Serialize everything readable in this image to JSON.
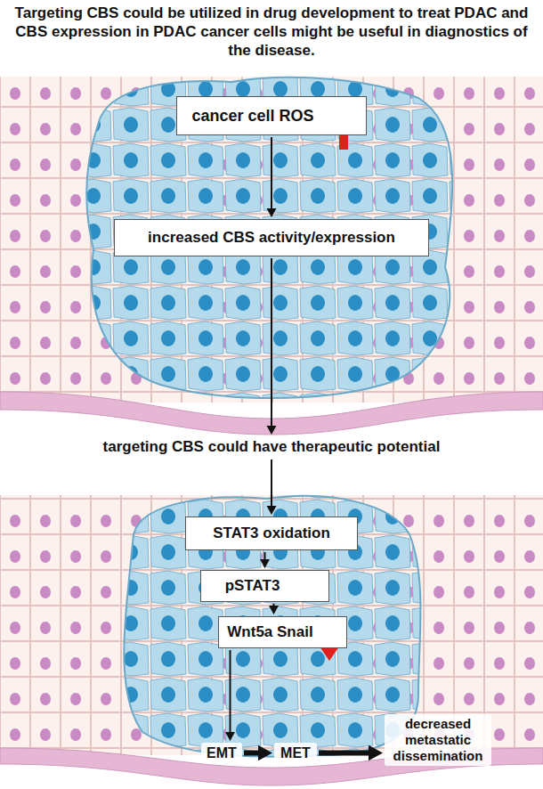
{
  "diagram": {
    "title": "Targeting CBS could be utilized in drug development to treat PDAC and CBS expression in PDAC cancer cells might be useful in diagnostics of the disease.",
    "nodes": [
      {
        "text": [
          "cancer cell ROS"
        ]
      },
      {
        "text": [
          "increased CBS activity/expression"
        ]
      },
      {
        "text": [
          "targeting CBS could have therapeutic potential"
        ]
      },
      {
        "text": [
          "STAT3 oxidation"
        ]
      },
      {
        "text": [
          "pSTAT3"
        ]
      },
      {
        "text": [
          "Wnt5a Snail"
        ]
      },
      {
        "text": [
          "EMT"
        ]
      },
      {
        "text": [
          "MET"
        ]
      },
      {
        "text": [
          "decreased metastatic dissemination"
        ]
      }
    ],
    "edges": [
      {
        "from": 0,
        "to": 1,
        "arrow": "to"
      },
      {
        "from": 1,
        "to": 2,
        "arrow": "to"
      },
      {
        "from": 2,
        "to": 3,
        "arrow": "to"
      },
      {
        "from": 3,
        "to": 4,
        "arrow": "to"
      },
      {
        "from": 4,
        "to": 5,
        "arrow": "to"
      },
      {
        "from": 5,
        "to": 6,
        "arrow": "to"
      },
      {
        "from": 6,
        "to": 7,
        "arrow": "to"
      },
      {
        "from": 7,
        "to": 8,
        "arrow": "to"
      }
    ]
  }
}
